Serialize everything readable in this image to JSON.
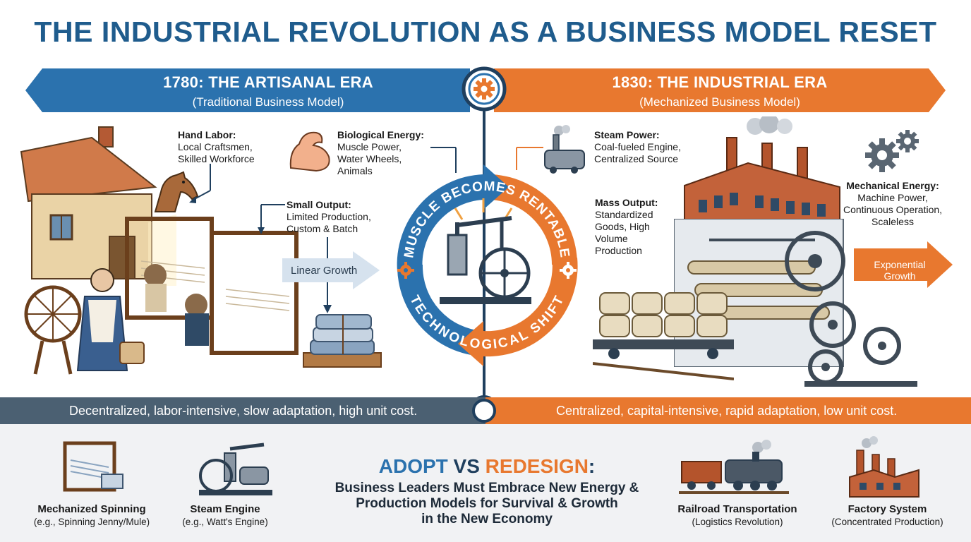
{
  "title": "THE INDUSTRIAL REVOLUTION AS A BUSINESS MODEL RESET",
  "left": {
    "heading": "1780: THE ARTISANAL ERA",
    "subheading": "(Traditional Business Model)",
    "hand_labor": {
      "title": "Hand Labor:",
      "lines": [
        "Local Craftsmen,",
        "Skilled Workforce"
      ]
    },
    "biological_energy": {
      "title": "Biological Energy:",
      "lines": [
        "Muscle Power,",
        "Water Wheels,",
        "Animals"
      ]
    },
    "small_output": {
      "title": "Small Output:",
      "lines": [
        "Limited Production,",
        "Custom & Batch"
      ]
    },
    "growth_label": "Linear Growth",
    "summary": "Decentralized, labor-intensive, slow adaptation, high unit cost."
  },
  "right": {
    "heading": "1830: THE INDUSTRIAL ERA",
    "subheading": "(Mechanized Business Model)",
    "steam_power": {
      "title": "Steam Power:",
      "lines": [
        "Coal-fueled Engine,",
        "Centralized Source"
      ]
    },
    "mass_output": {
      "title": "Mass Output:",
      "lines": [
        "Standardized",
        "Goods, High",
        "Volume",
        "Production"
      ]
    },
    "mechanical_energy": {
      "title": "Mechanical Energy:",
      "lines": [
        "Machine Power,",
        "Continuous Operation,",
        "Scaleless"
      ]
    },
    "growth_label": [
      "Exponential",
      "Growth"
    ],
    "summary": "Centralized, capital-intensive, rapid adaptation, low unit cost."
  },
  "center": {
    "top_arc": "MUSCLE BECOMES RENTABLE",
    "bottom_arc": "TECHNOLOGICAL SHIFT"
  },
  "bottom": {
    "items": [
      {
        "title": "Mechanized Spinning",
        "sub": "(e.g., Spinning Jenny/Mule)"
      },
      {
        "title": "Steam Engine",
        "sub": "(e.g., Watt's Engine)"
      },
      {
        "title": "Railroad Transportation",
        "sub": "(Logistics Revolution)"
      },
      {
        "title": "Factory System",
        "sub": "(Concentrated Production)"
      }
    ],
    "cta": {
      "word1": "ADOPT",
      "vs": "VS",
      "word2": "REDESIGN",
      "colon": ":",
      "lines": [
        "Business Leaders Must Embrace New Energy &",
        "Production Models for Survival & Growth",
        "in the New Economy"
      ]
    }
  },
  "colors": {
    "blue": "#2b72ae",
    "orange": "#e8782f",
    "navy": "#1f5c8d",
    "slate": "#4b6072"
  },
  "icons": [
    "gear-icon",
    "muscle-arm-icon",
    "steam-engine-icon",
    "horse-icon",
    "factory-icon",
    "cotton-bale-icon",
    "train-icon",
    "loom-icon"
  ]
}
